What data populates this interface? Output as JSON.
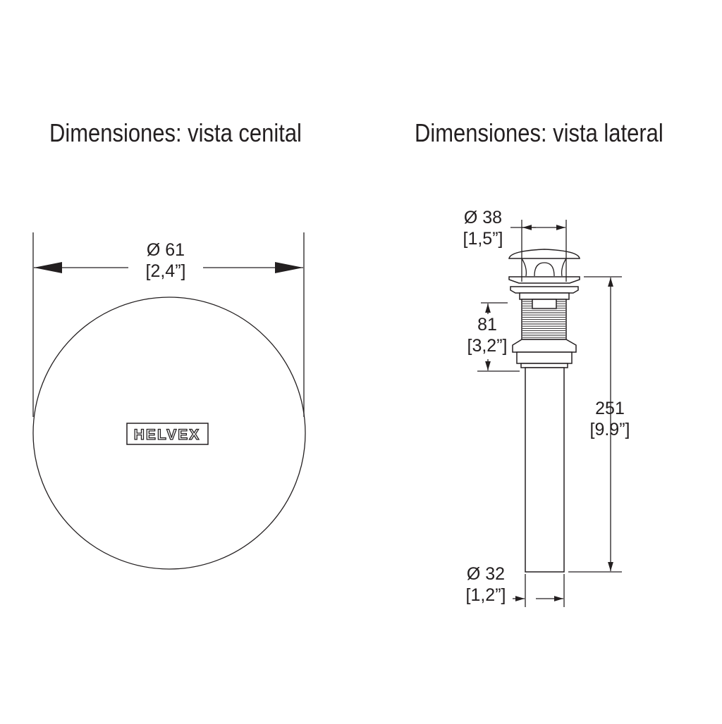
{
  "titles": {
    "top_view": "Dimensiones: vista cenital",
    "side_view": "Dimensiones: vista lateral"
  },
  "top_view": {
    "diameter": "Ø 61",
    "diameter_in": "[2,4”]",
    "logo": "HELVEX"
  },
  "side_view": {
    "cap_diameter": "Ø 38",
    "cap_diameter_in": "[1,5”]",
    "thread_length": "81",
    "thread_length_in": "[3,2”]",
    "total_length": "251",
    "total_length_in": "[9.9”]",
    "pipe_diameter": "Ø 32",
    "pipe_diameter_in": "[1,2”]"
  }
}
